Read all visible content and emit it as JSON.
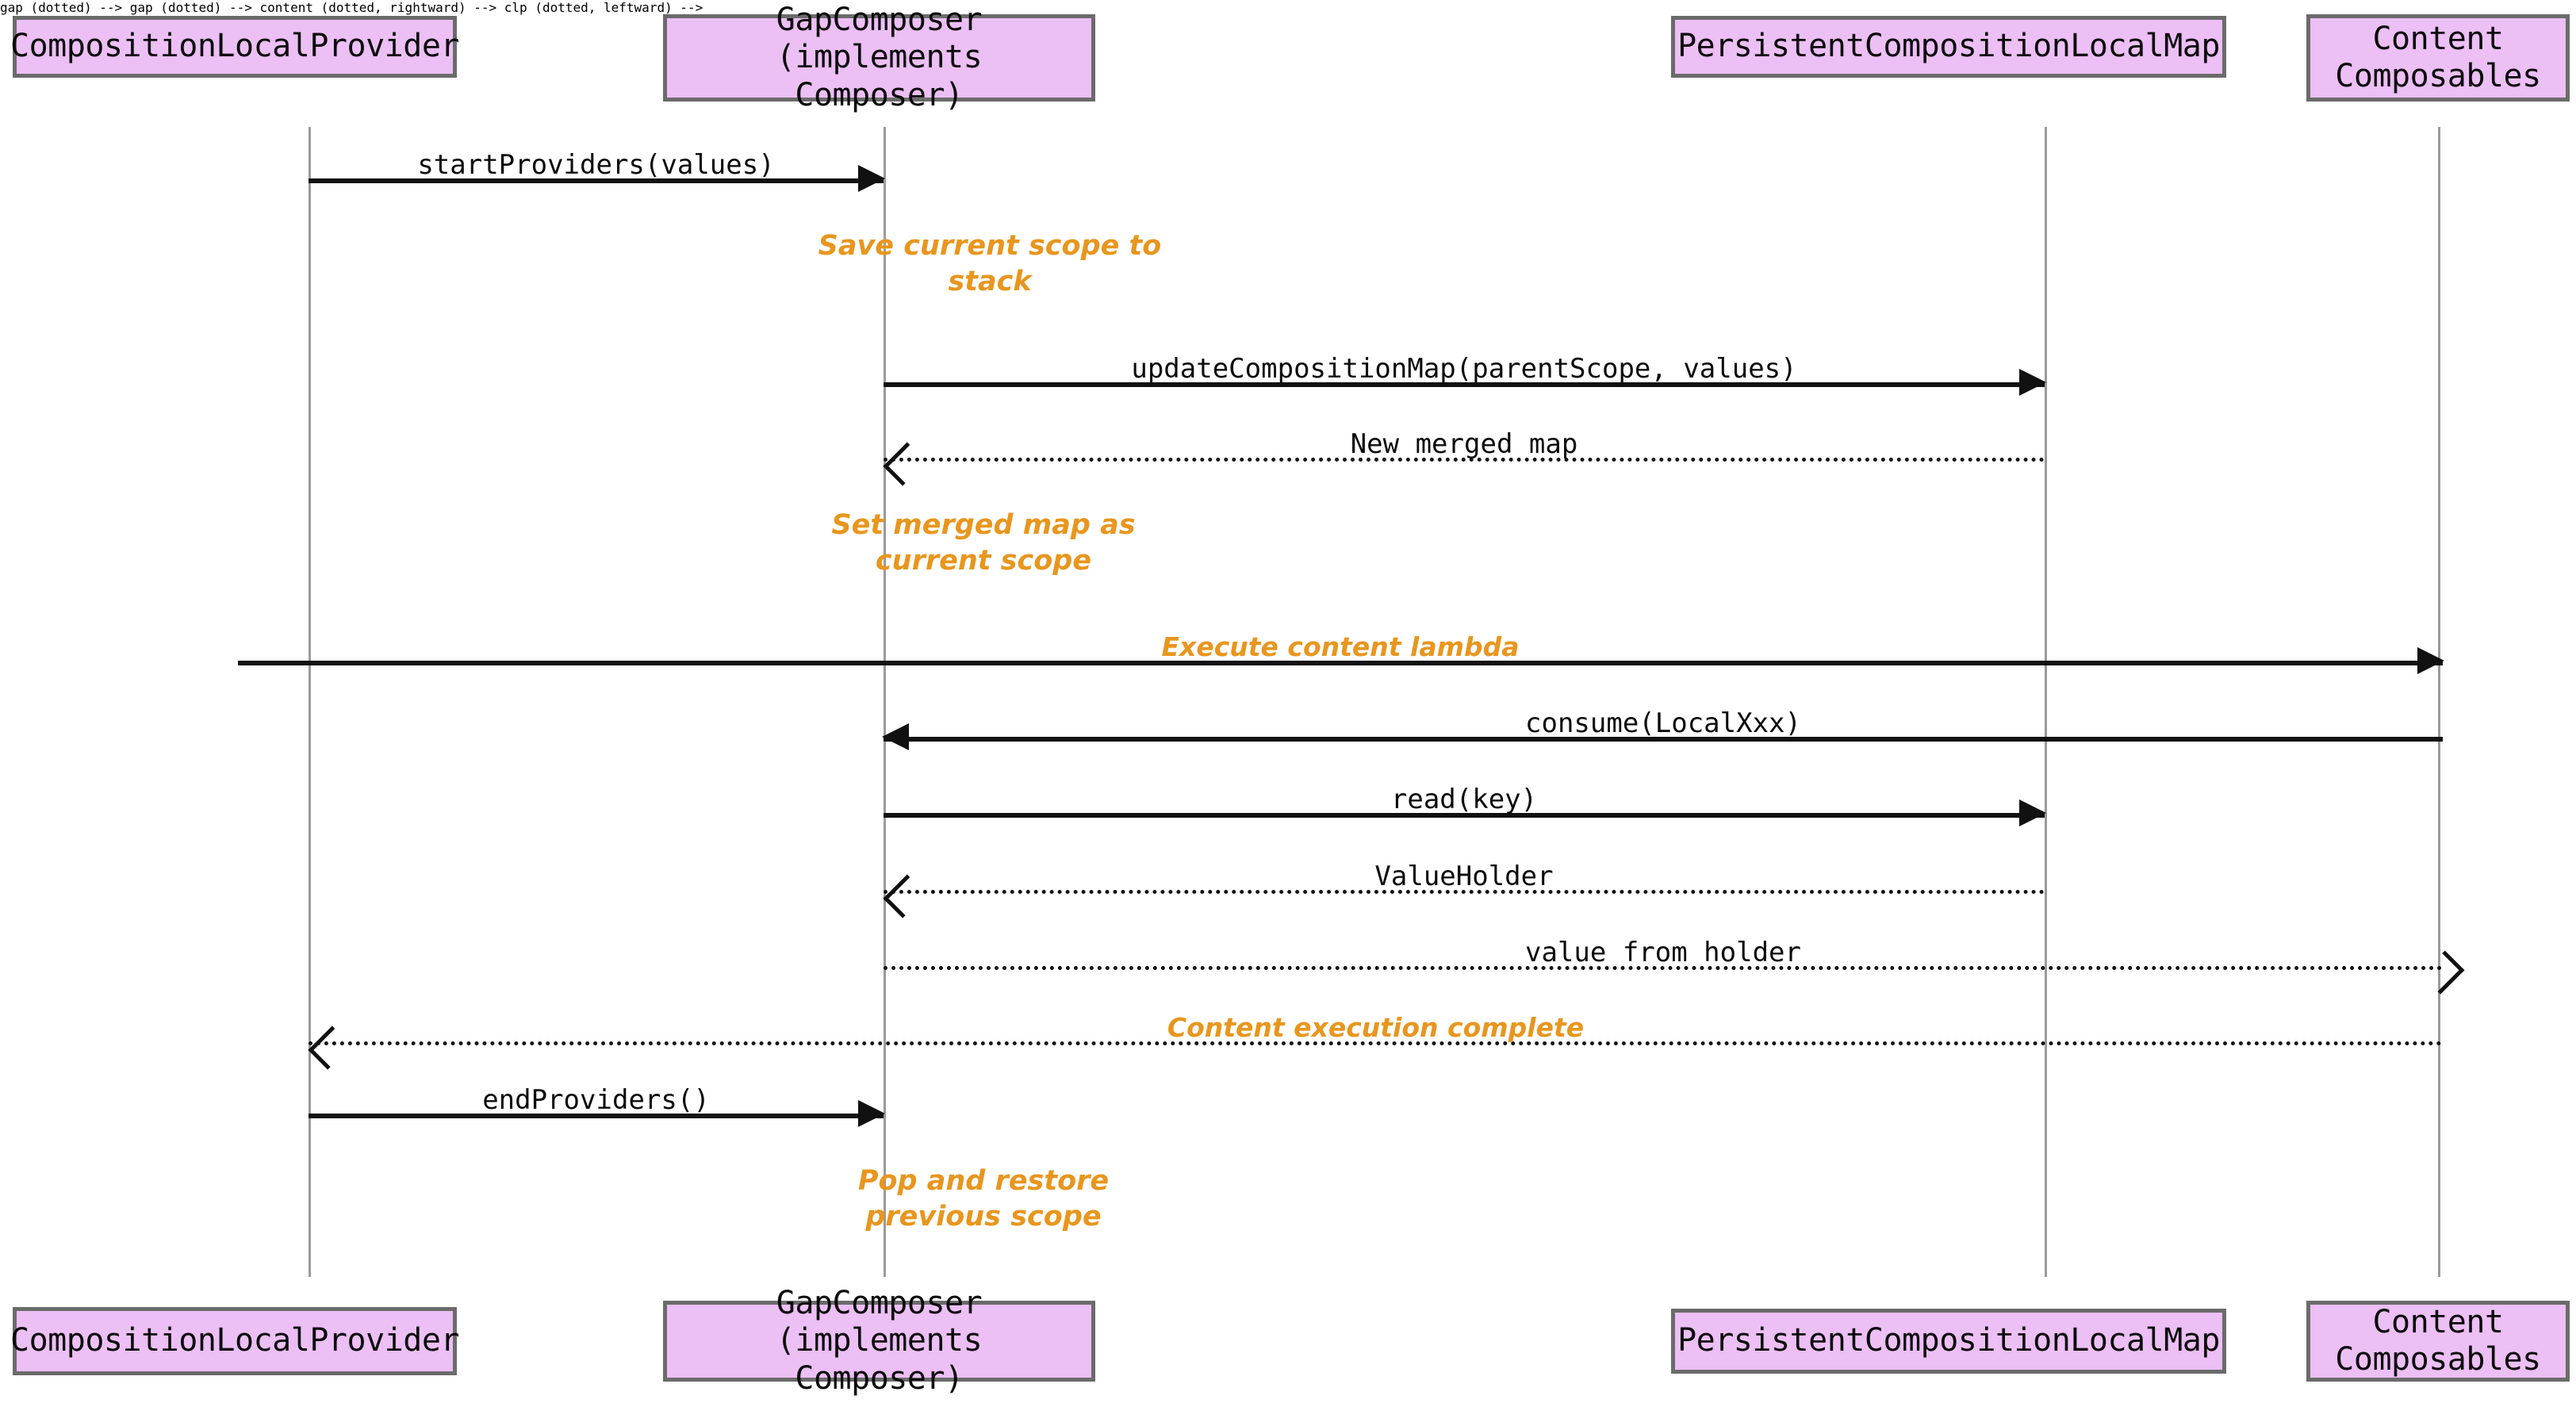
{
  "diagram": {
    "type": "sequence-diagram",
    "title": "CompositionLocalProvider / GapComposer scope flow",
    "colors": {
      "participant_fill": "#ECBFF5",
      "participant_border": "#6B6B6B",
      "lifeline": "#9A9A9A",
      "message_line": "#111111",
      "note_text": "#E8961E",
      "background": "#FFFFFF"
    },
    "participants": [
      {
        "id": "clp",
        "label": "CompositionLocalProvider"
      },
      {
        "id": "gap",
        "label": "GapComposer (implements\nComposer)"
      },
      {
        "id": "pclm",
        "label": "PersistentCompositionLocalMap"
      },
      {
        "id": "content",
        "label": "Content\nComposables"
      }
    ],
    "messages": [
      {
        "id": "m1",
        "from": "clp",
        "to": "gap",
        "label": "startProviders(values)",
        "style": "solid",
        "arrow": "filled",
        "direction": "right"
      },
      {
        "id": "m2",
        "from": "gap",
        "to": "pclm",
        "label": "updateCompositionMap(parentScope, values)",
        "style": "solid",
        "arrow": "filled",
        "direction": "right"
      },
      {
        "id": "m3",
        "from": "pclm",
        "to": "gap",
        "label": "New merged map",
        "style": "dotted",
        "arrow": "open",
        "direction": "left"
      },
      {
        "id": "m4",
        "from": "clp",
        "to": "content",
        "label": "Execute content lambda",
        "style": "solid",
        "arrow": "filled",
        "direction": "right",
        "label_color": "note"
      },
      {
        "id": "m5",
        "from": "content",
        "to": "gap",
        "label": "consume(LocalXxx)",
        "style": "solid",
        "arrow": "filled",
        "direction": "left"
      },
      {
        "id": "m6",
        "from": "gap",
        "to": "pclm",
        "label": "read(key)",
        "style": "solid",
        "arrow": "filled",
        "direction": "right"
      },
      {
        "id": "m7",
        "from": "pclm",
        "to": "gap",
        "label": "ValueHolder",
        "style": "dotted",
        "arrow": "open",
        "direction": "left"
      },
      {
        "id": "m8",
        "from": "gap",
        "to": "content",
        "label": "value from holder",
        "style": "dotted",
        "arrow": "open",
        "direction": "right"
      },
      {
        "id": "m9",
        "from": "content",
        "to": "clp",
        "label": "Content execution complete",
        "style": "dotted",
        "arrow": "open",
        "direction": "left",
        "label_color": "note"
      },
      {
        "id": "m10",
        "from": "clp",
        "to": "gap",
        "label": "endProviders()",
        "style": "solid",
        "arrow": "filled",
        "direction": "right"
      }
    ],
    "notes": [
      {
        "id": "n1",
        "over": "gap",
        "text": "Save current scope to\nstack"
      },
      {
        "id": "n2",
        "over": "gap",
        "text": "Set merged map as\ncurrent scope"
      },
      {
        "id": "n3",
        "over": "gap",
        "text": "Pop and restore\nprevious scope"
      }
    ]
  }
}
